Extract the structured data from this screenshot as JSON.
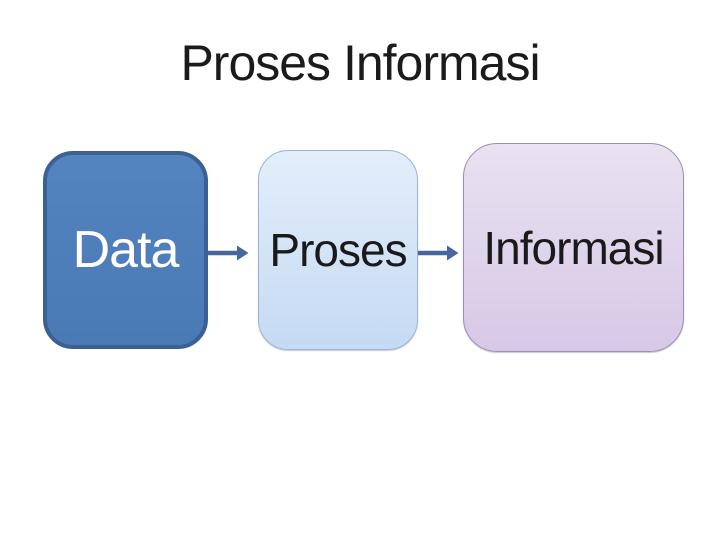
{
  "slide": {
    "title": "Proses Informasi",
    "background_color": "#ffffff",
    "title_color": "#1b1b1b"
  },
  "diagram": {
    "type": "horizontal-flow",
    "arrow_color": "#44679c",
    "nodes": [
      {
        "label": "Data",
        "fill_top": "#5484c0",
        "fill_bottom": "#4a7ab4",
        "border_color": "#3a6191",
        "text_color": "#ffffff"
      },
      {
        "label": "Proses",
        "fill_top": "#e3eefb",
        "fill_bottom": "#c5daf3",
        "border_color": "#9db4d4",
        "text_color": "#1a1a1a"
      },
      {
        "label": "Informasi",
        "fill_top": "#e9e2f1",
        "fill_bottom": "#d7c8e7",
        "border_color": "#9a8fae",
        "text_color": "#1a1a1a"
      }
    ],
    "connections": [
      {
        "from": "Data",
        "to": "Proses"
      },
      {
        "from": "Proses",
        "to": "Informasi"
      }
    ]
  }
}
